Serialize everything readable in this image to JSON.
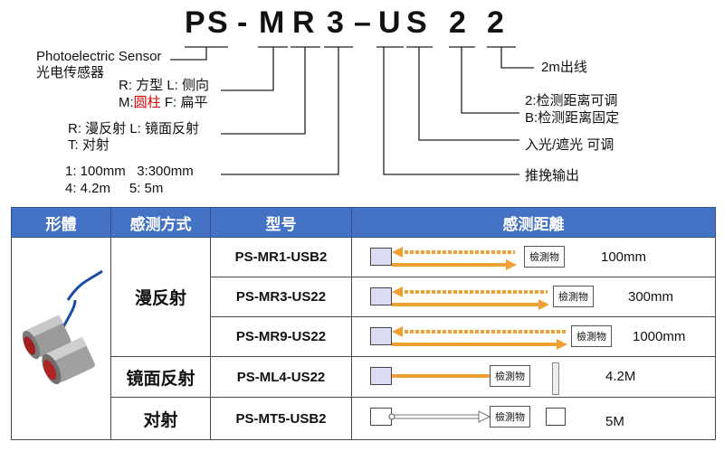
{
  "code": {
    "letters": [
      "P",
      "S",
      "-",
      "M",
      "R",
      "3",
      "–",
      "U",
      "S",
      "2",
      "2"
    ]
  },
  "labels": {
    "sensor_en": "Photoelectric Sensor",
    "sensor_cn": "光电传感器",
    "shape_line1": "R: 方型 L: 侧向",
    "shape_line2_prefix": "M:",
    "shape_line2_red": "圆柱",
    "shape_line2_suffix": " F: 扁平",
    "method_line1": "R: 漫反射 L: 镜面反射",
    "method_line2": "T: 对射",
    "dist_line1": "1: 100mm   3:300mm",
    "dist_line2": "4: 4.2m     5: 5m",
    "cable": "2m出线",
    "adjust_line1": "2:检测距离可调",
    "adjust_line2": "B:检测距离固定",
    "light": "入光/遮光 可调",
    "output": "推挽输出"
  },
  "table": {
    "headers": [
      "形體",
      "感测方式",
      "型号",
      "感测距離"
    ],
    "object_label": "檢測物",
    "methods": {
      "diffuse": "漫反射",
      "mirror": "镜面反射",
      "through": "对射"
    },
    "rows": [
      {
        "model": "PS-MR1-USB2",
        "distance": "100mm"
      },
      {
        "model": "PS-MR3-US22",
        "distance": "300mm"
      },
      {
        "model": "PS-MR9-US22",
        "distance": "1000mm"
      },
      {
        "model": "PS-ML4-US22",
        "distance": "4.2M"
      },
      {
        "model": "PS-MT5-USB2",
        "distance": "5M"
      }
    ]
  },
  "colors": {
    "header_bg": "#4472c4",
    "arrow_orange": "#f0a030",
    "highlight_red": "#d00000"
  }
}
